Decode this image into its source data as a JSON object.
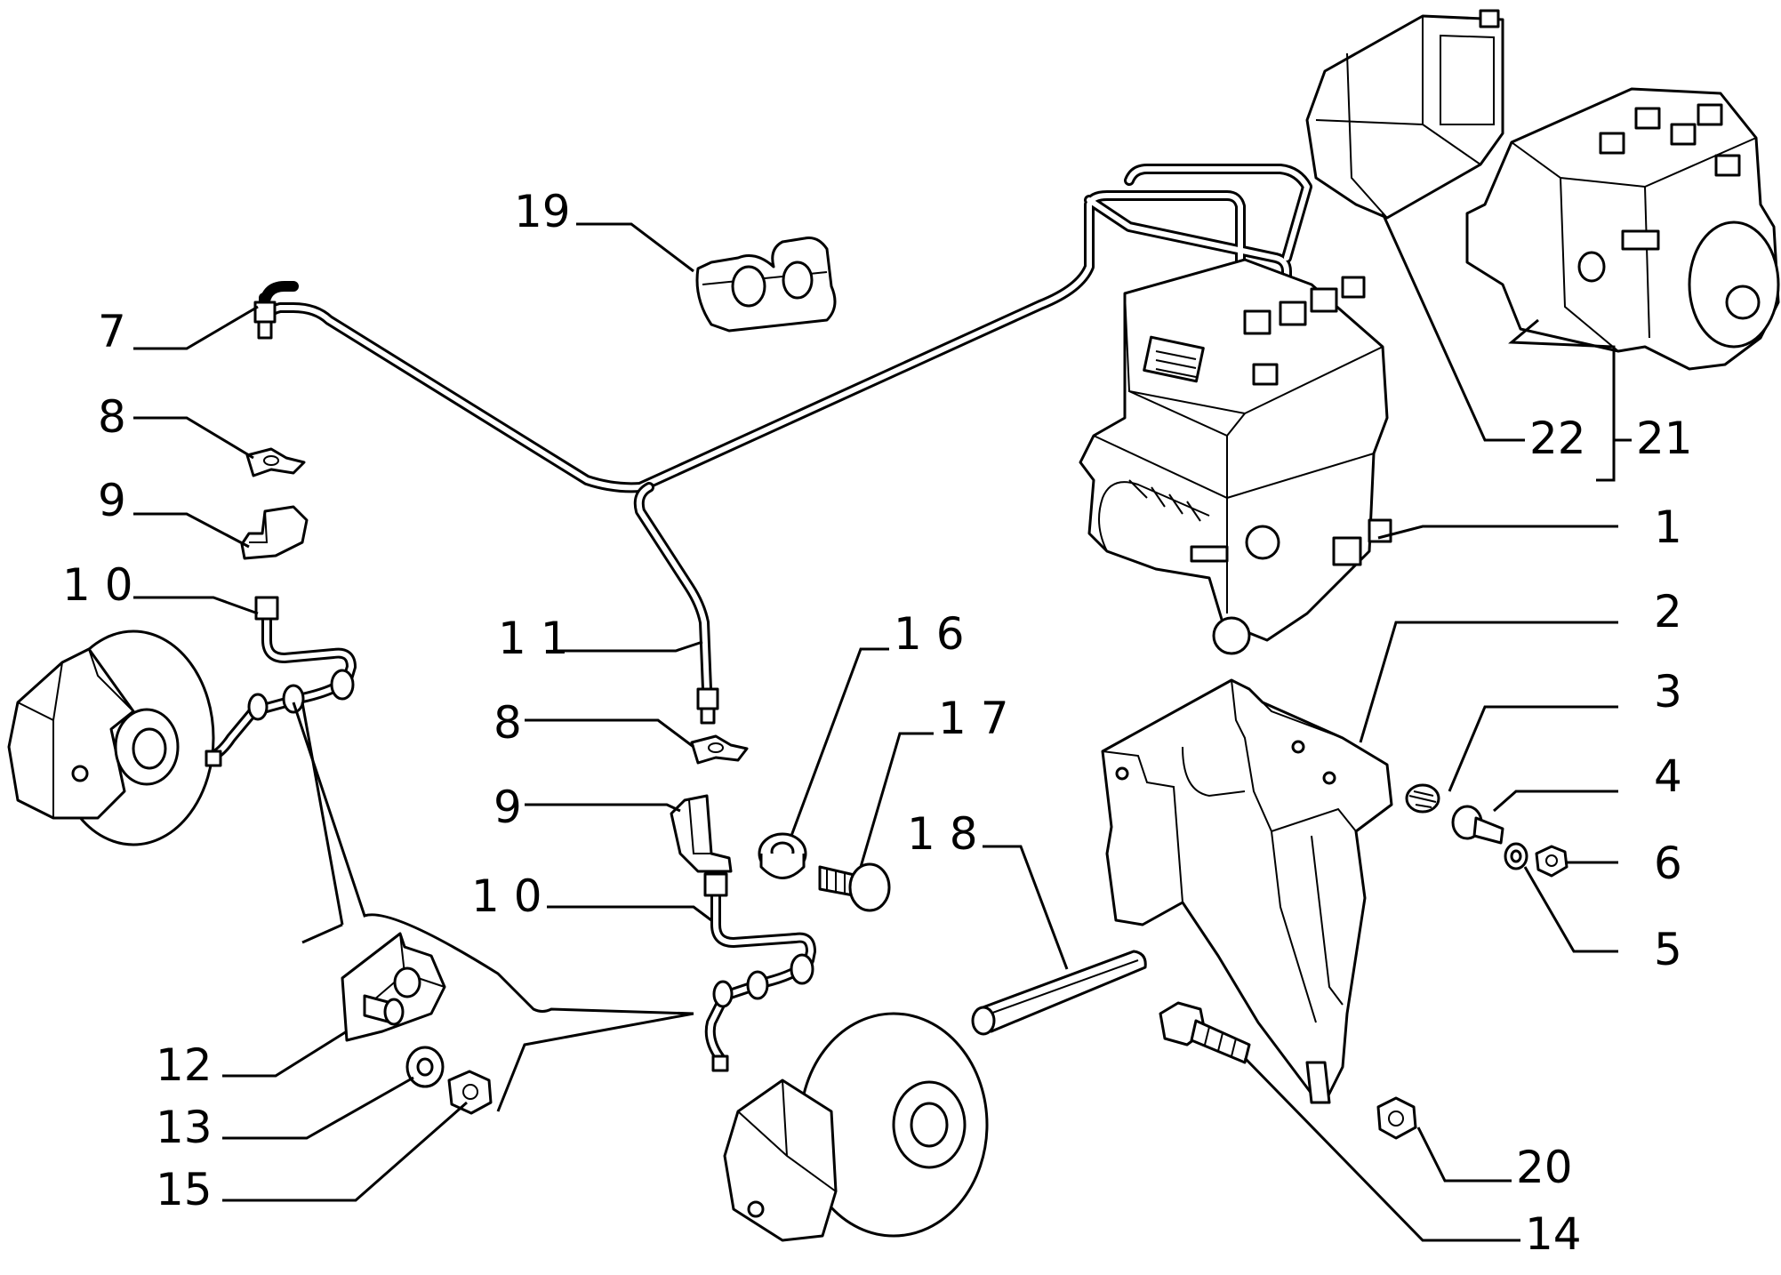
{
  "callouts": [
    {
      "id": "c1",
      "text": "1"
    },
    {
      "id": "c2",
      "text": "2"
    },
    {
      "id": "c3",
      "text": "3"
    },
    {
      "id": "c4",
      "text": "4"
    },
    {
      "id": "c5",
      "text": "5"
    },
    {
      "id": "c6",
      "text": "6"
    },
    {
      "id": "c7",
      "text": "7"
    },
    {
      "id": "c8a",
      "text": "8"
    },
    {
      "id": "c8b",
      "text": "8"
    },
    {
      "id": "c9a",
      "text": "9"
    },
    {
      "id": "c9b",
      "text": "9"
    },
    {
      "id": "c10a",
      "text": "1 0"
    },
    {
      "id": "c10b",
      "text": "1 0"
    },
    {
      "id": "c11",
      "text": "1 1"
    },
    {
      "id": "c12",
      "text": "12"
    },
    {
      "id": "c13",
      "text": "13"
    },
    {
      "id": "c14",
      "text": "14"
    },
    {
      "id": "c15",
      "text": "15"
    },
    {
      "id": "c16",
      "text": "1 6"
    },
    {
      "id": "c17",
      "text": "1 7"
    },
    {
      "id": "c18",
      "text": "1 8"
    },
    {
      "id": "c19",
      "text": "19"
    },
    {
      "id": "c20",
      "text": "20"
    },
    {
      "id": "c21",
      "text": "21"
    },
    {
      "id": "c22",
      "text": "22"
    }
  ]
}
